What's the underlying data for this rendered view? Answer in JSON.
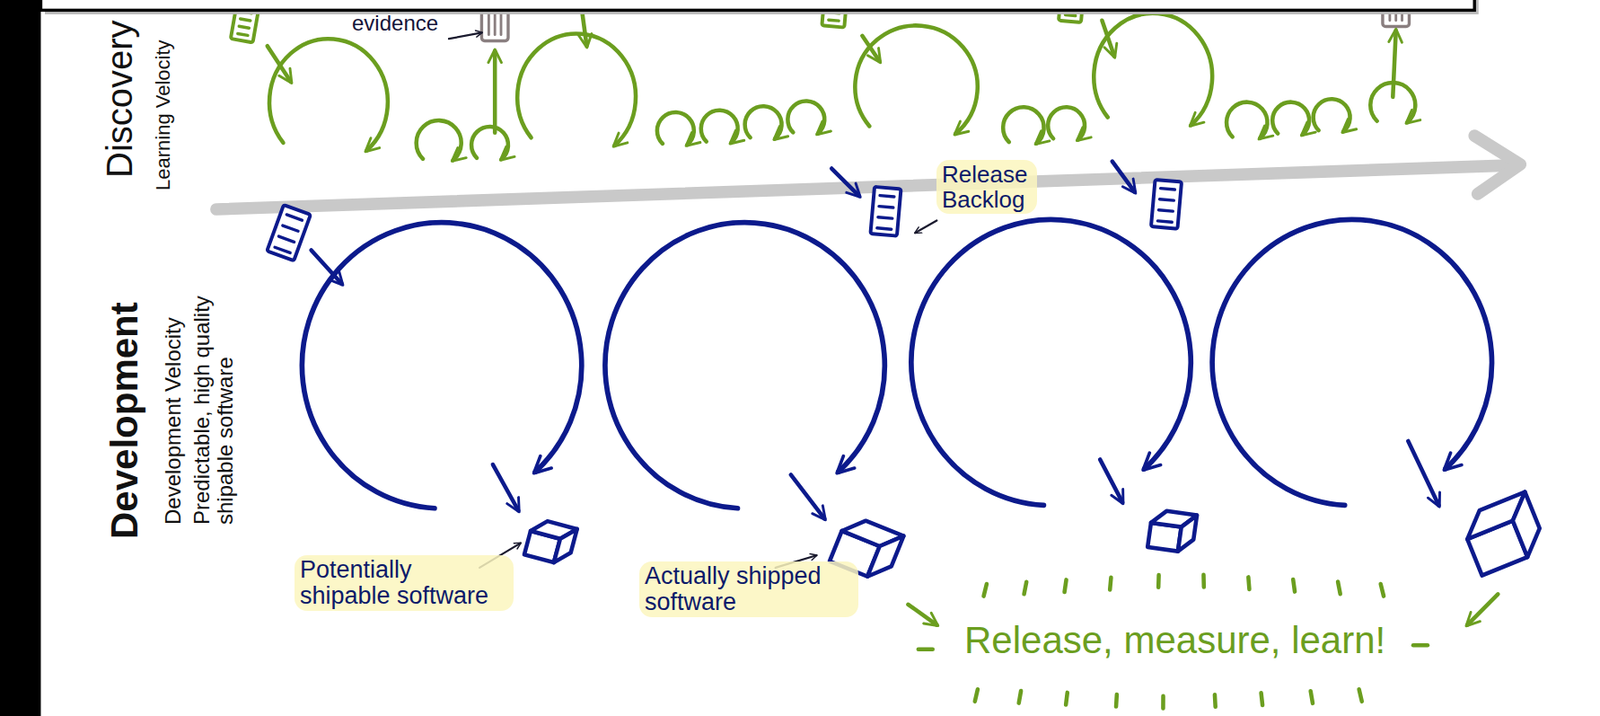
{
  "diagram": {
    "labels": [
      "Discovery",
      "Learning Velocity",
      "evidence",
      "Release Backlog",
      "Development",
      "Development Velocity",
      "Predictable, high quality shipable software",
      "Potentially shipable software",
      "Actually shipped software",
      "Release, measure, learn!"
    ]
  }
}
